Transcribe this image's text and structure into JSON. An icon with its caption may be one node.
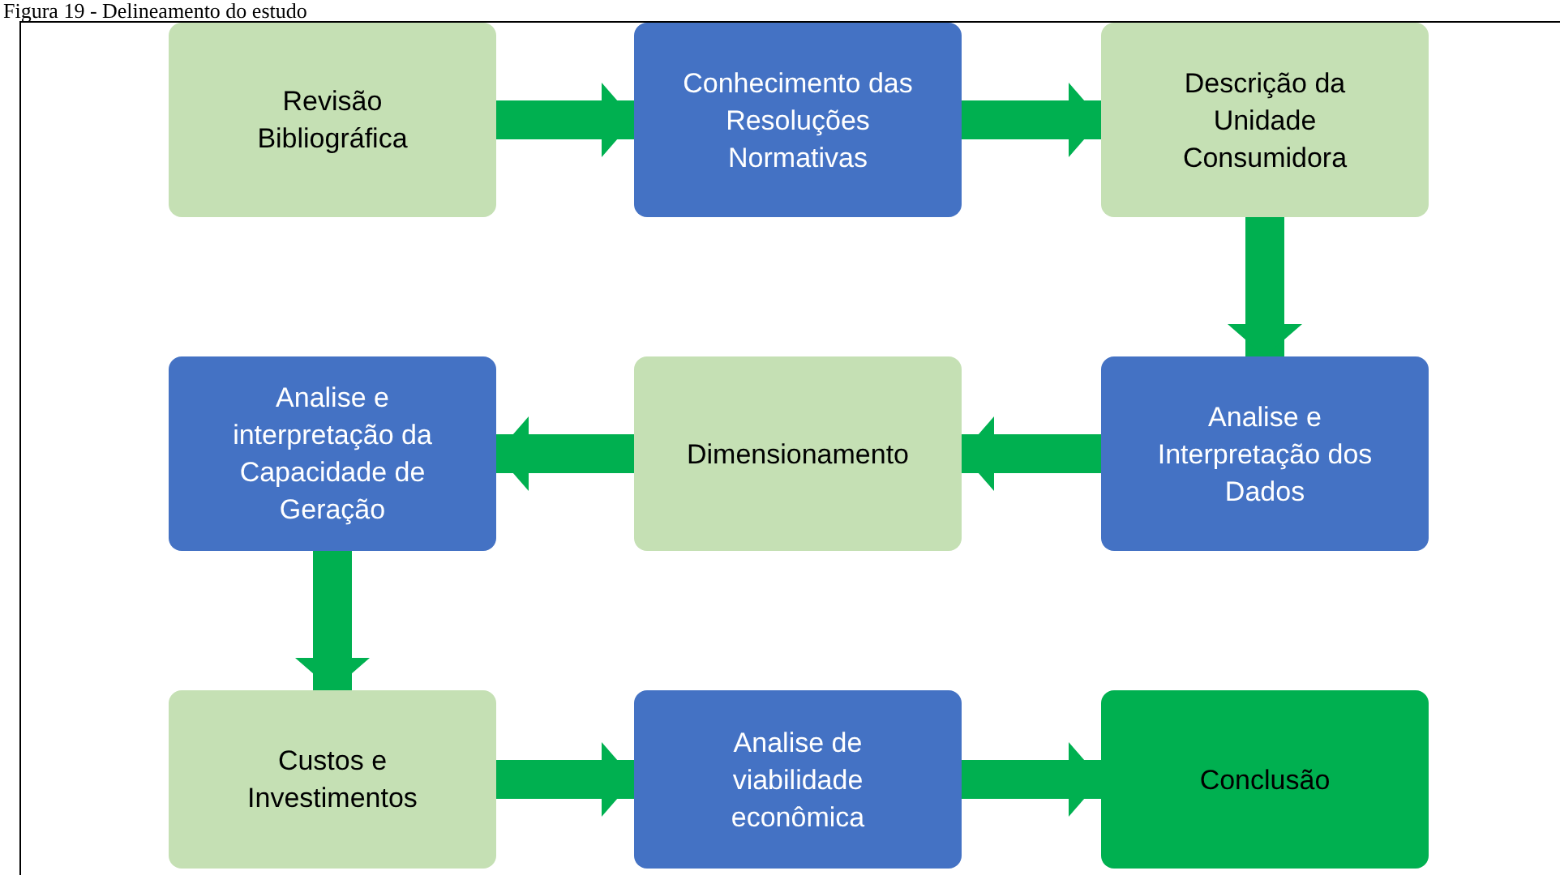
{
  "diagram": {
    "title": "Figura 19 - Delineamento do estudo",
    "nodes": [
      {
        "text": [
          "Revisão Bibliográfica"
        ]
      },
      {
        "text": [
          "Conhecimento das Resoluções Normativas"
        ]
      },
      {
        "text": [
          "Descrição da Unidade Consumidora"
        ]
      },
      {
        "text": [
          "Analise e Interpretação dos Dados"
        ]
      },
      {
        "text": [
          "Dimensionamento"
        ]
      },
      {
        "text": [
          "Analise e interpretação da Capacidade de Geração"
        ]
      },
      {
        "text": [
          "Custos e Investimentos"
        ]
      },
      {
        "text": [
          "Analise de viabilidade econômica"
        ]
      },
      {
        "text": [
          "Conclusão"
        ]
      }
    ],
    "edges": [
      {
        "from": 0,
        "to": 1,
        "arrow": "to"
      },
      {
        "from": 1,
        "to": 2,
        "arrow": "to"
      },
      {
        "from": 2,
        "to": 3,
        "arrow": "to"
      },
      {
        "from": 3,
        "to": 4,
        "arrow": "to"
      },
      {
        "from": 4,
        "to": 5,
        "arrow": "to"
      },
      {
        "from": 5,
        "to": 6,
        "arrow": "to"
      },
      {
        "from": 6,
        "to": 7,
        "arrow": "to"
      },
      {
        "from": 7,
        "to": 8,
        "arrow": "to"
      }
    ]
  }
}
